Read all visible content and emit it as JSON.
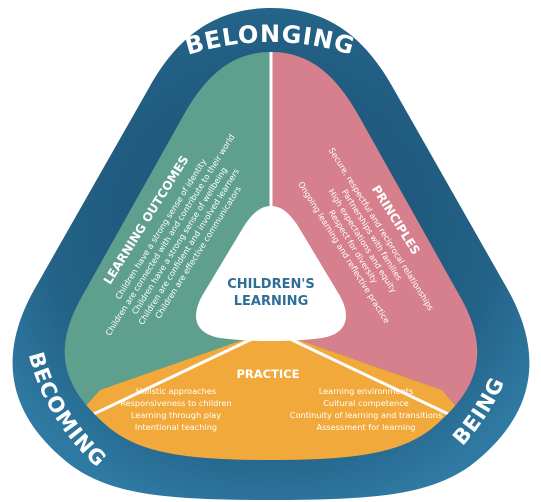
{
  "framework": {
    "belonging": "BELONGING",
    "being": "BEING",
    "becoming": "BECOMING"
  },
  "center": {
    "line1": "CHILDREN'S",
    "line2": "LEARNING"
  },
  "learning_outcomes": {
    "title": "LEARNING OUTCOMES",
    "items": [
      "Children have a strong sense of identity",
      "Children are connected with and contribute to their world",
      "Children have a strong sense of wellbeing",
      "Children are confident and involved learners",
      "Children are effective communicators"
    ]
  },
  "principles": {
    "title": "PRINCIPLES",
    "items": [
      "Secure, respectful and reciprocal relationships",
      "Partnerships with families",
      "High expectations and equity",
      "Respect for diversity",
      "Ongoing learning and reflective practice"
    ]
  },
  "practice": {
    "title": "PRACTICE",
    "left_items": [
      "Holistic approaches",
      "Responsiveness to children",
      "Learning through play",
      "Intentional teaching"
    ],
    "right_items": [
      "Learning environments",
      "Cultural competence",
      "Continuity of learning and transitions",
      "Assessment for learning"
    ]
  },
  "colors": {
    "ring_outer": "#2b6f95",
    "ring_inner": "#1c4f73",
    "outcomes": "#5f9f8e",
    "principles": "#d6808d",
    "practice": "#f2a93b",
    "center": "#ffffff",
    "center_text": "#2e6e97"
  }
}
